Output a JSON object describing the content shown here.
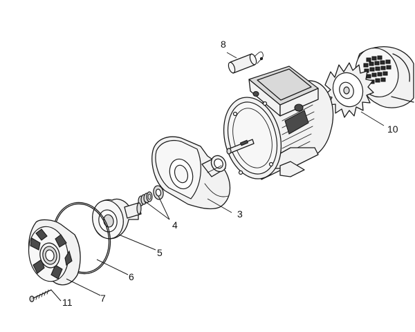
{
  "labels": {
    "n3": "3",
    "n4": "4",
    "n5": "5",
    "n6": "6",
    "n7": "7",
    "n8": "8",
    "n10": "10",
    "n11": "11"
  }
}
